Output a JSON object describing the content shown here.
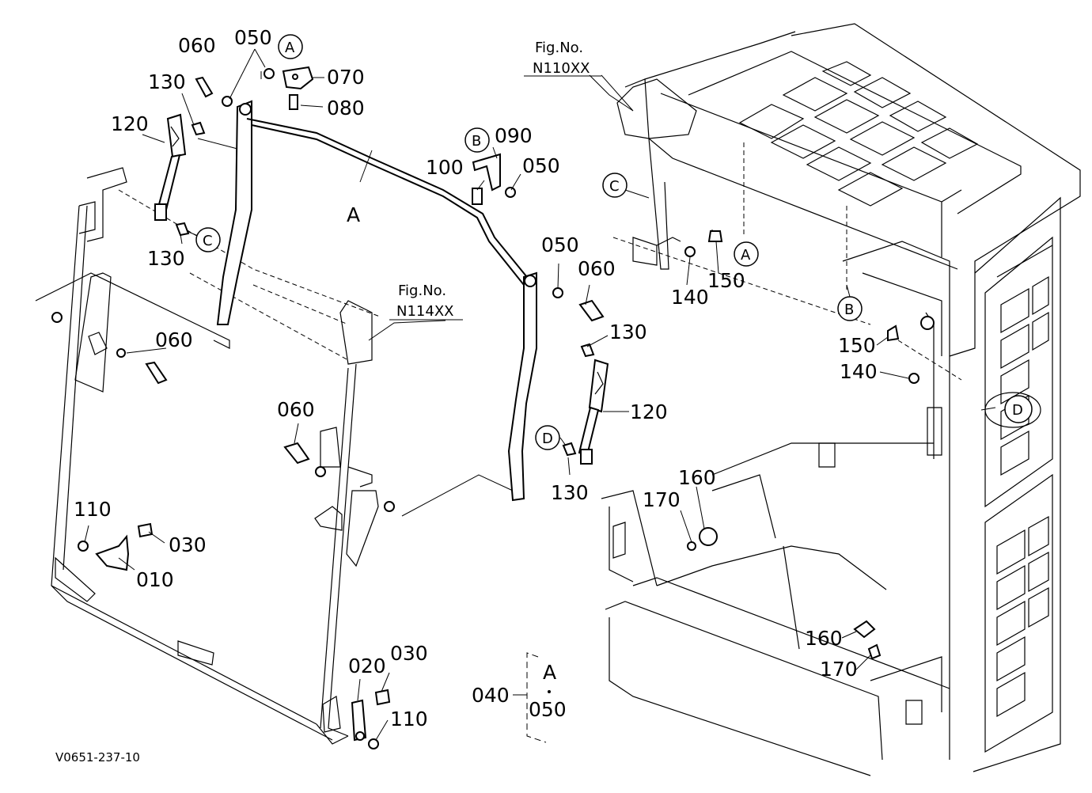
{
  "callouts": {
    "c_060_tl": "060",
    "c_050_tl": "050",
    "c_A_top": "A",
    "c_070": "070",
    "c_080": "080",
    "c_130_tl": "130",
    "c_120_l": "120",
    "c_130_ml": "130",
    "c_C_left": "C",
    "c_A_rod": "A",
    "c_B_mid": "B",
    "c_090": "090",
    "c_100": "100",
    "c_050_mid": "050",
    "c_050_r": "050",
    "c_060_r": "060",
    "c_130_r": "130",
    "c_120_r": "120",
    "c_D_mid": "D",
    "c_130_br": "130",
    "c_060_left": "060",
    "c_060_center": "060",
    "c_110_l": "110",
    "c_030_l": "030",
    "c_010": "010",
    "c_020": "020",
    "c_030_b": "030",
    "c_110_b": "110",
    "c_040": "040",
    "c_A_group": "A",
    "c_050_group": "050",
    "c_C_right": "C",
    "c_140_top": "140",
    "c_150_top": "150",
    "c_A_right": "A",
    "c_B_right": "B",
    "c_150_mid": "150",
    "c_140_mid": "140",
    "c_D_right": "D",
    "c_160_top": "160",
    "c_170_top": "170",
    "c_160_low": "160",
    "c_170_low": "170"
  },
  "fig_refs": {
    "fig_top_line1": "Fig.No.",
    "fig_top_line2": "N110XX",
    "fig_mid_line1": "Fig.No.",
    "fig_mid_line2": "N114XX"
  },
  "drawing_code": "V0651-237-10"
}
